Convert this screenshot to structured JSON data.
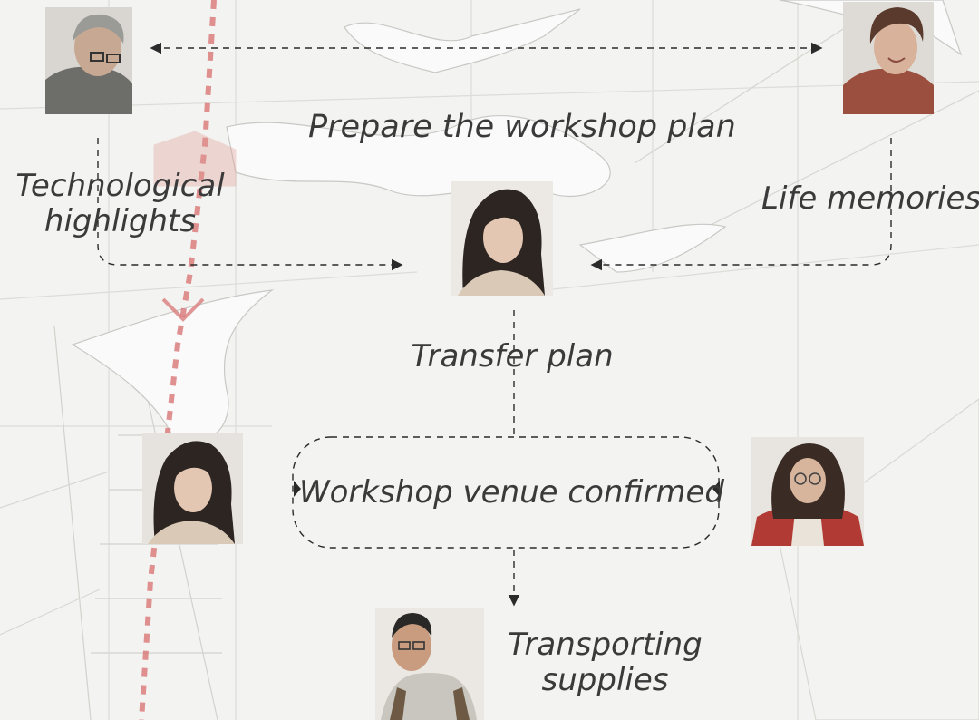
{
  "labels": {
    "prepare_plan": "Prepare the workshop plan",
    "tech_highlights_line1": "Technological",
    "tech_highlights_line2": "highlights",
    "life_memories": "Life memories",
    "transfer_plan": "Transfer plan",
    "venue_confirmed": "Workshop venue confirmed",
    "transporting_line1": "Transporting",
    "transporting_line2": "supplies"
  },
  "people": [
    {
      "id": "elderly-man",
      "hair": "#9a9a96",
      "clothes": "#6d6e6a",
      "skin": "#c7a892"
    },
    {
      "id": "elderly-woman",
      "hair": "#5a3a2c",
      "clothes": "#9b4f3f",
      "skin": "#d8b29a"
    },
    {
      "id": "young-woman-center",
      "hair": "#2c2522",
      "clothes": "#d9c9b6",
      "skin": "#e4c7b2"
    },
    {
      "id": "young-woman-left",
      "hair": "#2c2522",
      "clothes": "#d9c9b6",
      "skin": "#e4c7b2"
    },
    {
      "id": "woman-red-vest",
      "hair": "#3a2b25",
      "clothes": "#b23a34",
      "skin": "#d7b49c"
    },
    {
      "id": "young-man",
      "hair": "#2a2826",
      "clothes": "#c9c6bf",
      "skin": "#c99c80"
    }
  ],
  "colors": {
    "accent_red": "#d97d7d",
    "arrow": "#2b2b2b",
    "background": "#f3f3f1"
  }
}
